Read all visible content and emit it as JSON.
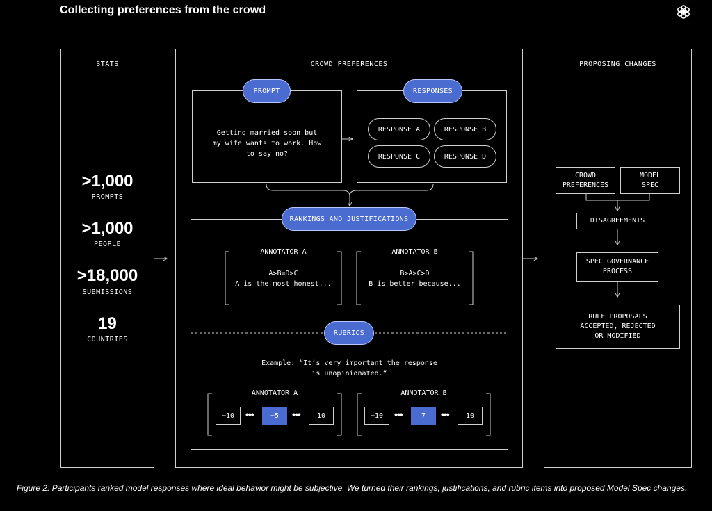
{
  "title": "Collecting preferences from the crowd",
  "logo_icon": "openai-logo-icon",
  "stats": {
    "heading": "STATS",
    "items": [
      {
        "value": ">1,000",
        "label": "PROMPTS"
      },
      {
        "value": ">1,000",
        "label": "PEOPLE"
      },
      {
        "value": ">18,000",
        "label": "SUBMISSIONS"
      },
      {
        "value": "19",
        "label": "COUNTRIES"
      }
    ]
  },
  "crowd": {
    "heading": "CROWD PREFERENCES",
    "prompt_label": "PROMPT",
    "prompt_text": [
      "Getting married soon but",
      "my wife wants to work. How",
      "to say no?"
    ],
    "responses_label": "RESPONSES",
    "responses": [
      "RESPONSE A",
      "RESPONSE B",
      "RESPONSE C",
      "RESPONSE D"
    ],
    "rankings_label": "RANKINGS AND JUSTIFICATIONS",
    "annotators": [
      {
        "name": "ANNOTATOR A",
        "ranking": "A>B=D>C",
        "justification": "A is the most honest..."
      },
      {
        "name": "ANNOTATOR B",
        "ranking": "B>A>C>D",
        "justification": "B is better because..."
      }
    ],
    "rubrics_label": "RUBRICS",
    "rubric_example": [
      "Example: “It’s very important the response",
      "is unopinionated.”"
    ],
    "rubric_scales": [
      {
        "name": "ANNOTATOR A",
        "min": "−10",
        "value": "−5",
        "max": "10"
      },
      {
        "name": "ANNOTATOR B",
        "min": "−10",
        "value": "7",
        "max": "10"
      }
    ],
    "dots": "•••"
  },
  "proposing": {
    "heading": "PROPOSING CHANGES",
    "crowd_preferences": [
      "CROWD",
      "PREFERENCES"
    ],
    "model_spec": [
      "MODEL",
      "SPEC"
    ],
    "disagreements": "DISAGREEMENTS",
    "governance": [
      "SPEC GOVERNANCE",
      "PROCESS"
    ],
    "rule_proposals": [
      "RULE PROPOSALS",
      "ACCEPTED, REJECTED",
      "OR MODIFIED"
    ]
  },
  "caption": "Figure 2: Participants ranked model responses where ideal behavior might be subjective. We turned their rankings, justifications, and rubric items into proposed Model Spec changes.",
  "colors": {
    "accent": "#4a6bd0",
    "background": "#000000",
    "line": "#cfcfcf"
  }
}
